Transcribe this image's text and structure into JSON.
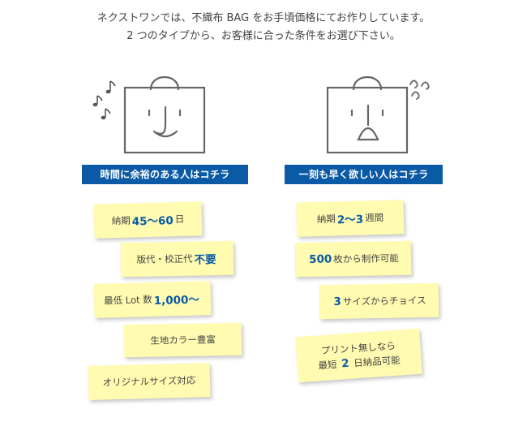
{
  "intro": {
    "line1": "ネクストワンでは、不織布 BAG をお手頃価格にてお作りしています。",
    "line2": "2 つのタイプから、お客様に合った条件をお選び下さい。"
  },
  "left": {
    "banner": "時間に余裕のある人はコチラ",
    "notes": {
      "delivery": {
        "pre": "納期",
        "hl": "45〜60",
        "post": "日"
      },
      "plate": {
        "pre": "版代・校正代",
        "hl": "不要"
      },
      "min_lot": {
        "pre": "最低 Lot 数",
        "hl": "1,000〜"
      },
      "colors": {
        "text": "生地カラー豊富"
      },
      "original": {
        "text": "オリジナルサイズ対応"
      }
    }
  },
  "right": {
    "banner": "一刻も早く欲しい人はコチラ",
    "notes": {
      "delivery": {
        "pre": "納期",
        "hl": "2〜3",
        "post": "週間"
      },
      "quantity": {
        "hl": "500",
        "post": "枚から制作可能"
      },
      "sizes": {
        "hl": "3",
        "post": "サイズからチョイス"
      },
      "noprint": {
        "line1": "プリント無しなら",
        "pre": "最短",
        "hl": "2",
        "post": "日納品可能"
      }
    }
  },
  "colors": {
    "accent": "#0a5aa6",
    "note": "#fffbb0",
    "line": "#666666"
  },
  "icons": [
    "music-note-icon",
    "happy-bag-icon",
    "sweat-mark-icon",
    "worried-bag-icon"
  ]
}
